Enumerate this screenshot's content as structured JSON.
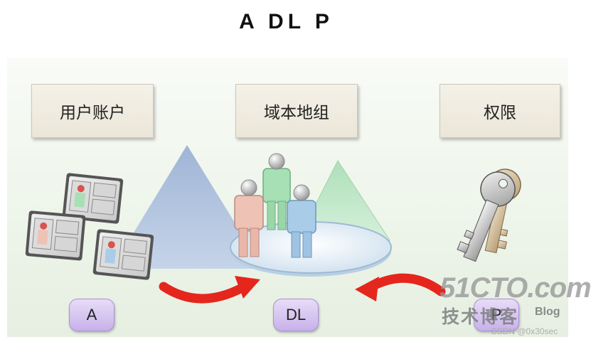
{
  "title": "A DL P",
  "boxes": {
    "account": "用户账户",
    "group": "域本地组",
    "permission": "权限"
  },
  "badges": {
    "a": "A",
    "dl": "DL",
    "p": "P"
  },
  "watermark": {
    "site": "51CTO.com",
    "chinese": "技术博客",
    "blog": "Blog",
    "csdn": "CSDN @0x30sec"
  },
  "icons": [
    "user-account-card-icon",
    "people-icon",
    "keys-icon",
    "arrow-icon"
  ],
  "colors": {
    "badge": "#c7b2ea",
    "arrow": "#e5261d",
    "triangle_blue": "#a9bedc",
    "triangle_green": "#bfe6c8"
  }
}
